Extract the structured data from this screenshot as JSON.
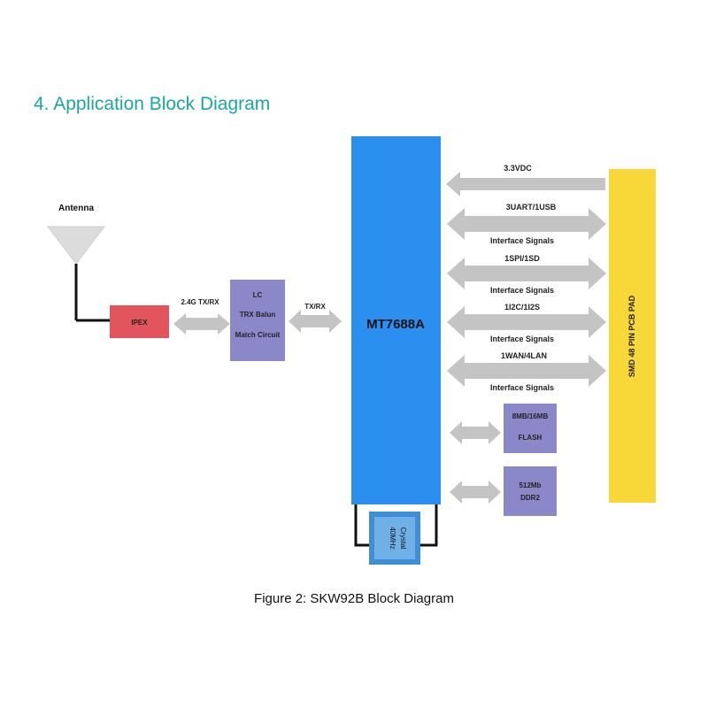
{
  "heading": "4. Application Block Diagram",
  "caption": "Figure 2: SKW92B Block Diagram",
  "blocks": {
    "antenna": "Antenna",
    "ipex": "IPEX",
    "lc_line1": "LC",
    "lc_line2": "TRX Balun",
    "lc_line3": "Match Circuit",
    "soc": "MT7688A",
    "pcb_pad": "SMD 48 PIN PCB PAD",
    "flash_line1": "8MB/16MB",
    "flash_line2": "FLASH",
    "ddr_line1": "512Mb",
    "ddr_line2": "DDR2",
    "crystal_line1": "40MHz",
    "crystal_line2": "Crystal"
  },
  "links": {
    "rf_tx_rx": "2.4G TX/RX",
    "tx_rx": "TX/RX",
    "power": "3.3VDC",
    "bus1": "3UART/1USB",
    "bus2": "1SPI/1SD",
    "bus3": "1I2C/1I2S",
    "bus4": "1WAN/4LAN",
    "interface_signals": "Interface Signals"
  },
  "colors": {
    "heading": "#1aa7a1",
    "soc": "#2b8ff0",
    "pcb_pad": "#f7d838",
    "ipex": "#e2555c",
    "module": "#8b88c9",
    "crystal": "#3f8fd6",
    "arrow": "#c4c4c4"
  }
}
